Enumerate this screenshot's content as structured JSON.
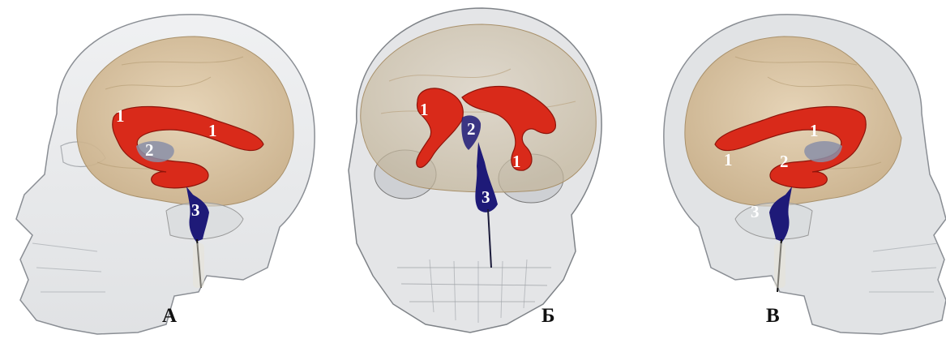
{
  "panels": [
    {
      "caption": "А",
      "labels": {
        "lateral_front": "1",
        "lateral_back": "1",
        "third": "2",
        "fourth": "3"
      }
    },
    {
      "caption": "Б",
      "labels": {
        "lateral_left": "1",
        "lateral_right": "1",
        "third": "2",
        "fourth": "3"
      }
    },
    {
      "caption": "В",
      "labels": {
        "lateral_front": "1",
        "lateral_back": "1",
        "third": "2",
        "fourth": "3"
      }
    }
  ],
  "colors": {
    "background": "#ffffff",
    "skull": "#c9ccd0",
    "brain": "#d9c3a0",
    "lateral_ventricles": "#d92a1a",
    "third_ventricle": "#8a8fa8",
    "fourth_ventricle": "#1e1a78"
  }
}
